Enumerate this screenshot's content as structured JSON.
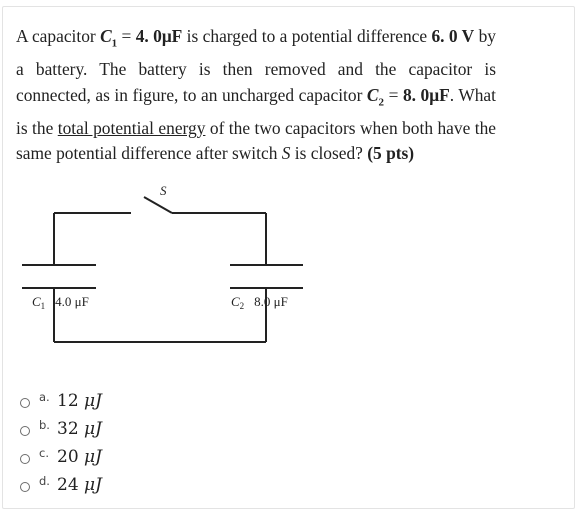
{
  "question": {
    "p1": "A capacitor ",
    "c1_var": "C",
    "c1_sub": "1",
    "eq1": " = ",
    "c1_value": "4. 0μF",
    "p2": " is charged to a potential difference ",
    "voltage": "6. 0 V",
    "p3": " by a battery. The battery is then removed and the capacitor is connected, as in figure, to an uncharged capacitor ",
    "c2_var": "C",
    "c2_sub": "2",
    "eq2": " = ",
    "c2_value": "8. 0μF",
    "p4": ". What is the ",
    "underlined": "total potential energy",
    "p5": " of the two capacitors when both have the same potential difference after switch ",
    "switch_var": "S",
    "p6": " is closed? ",
    "points": "(5 pts)"
  },
  "figure": {
    "switch_label": "S",
    "c1_var": "C",
    "c1_sub": "1",
    "c1_value": "4.0 μF",
    "c2_var": "C",
    "c2_sub": "2",
    "c2_value": "8.0 μF"
  },
  "options": [
    {
      "letter": "a.",
      "value": "12 ",
      "unit": "μJ"
    },
    {
      "letter": "b.",
      "value": "32 ",
      "unit": "μJ"
    },
    {
      "letter": "c.",
      "value": "20 ",
      "unit": "μJ"
    },
    {
      "letter": "d.",
      "value": "24 ",
      "unit": "μJ"
    }
  ]
}
